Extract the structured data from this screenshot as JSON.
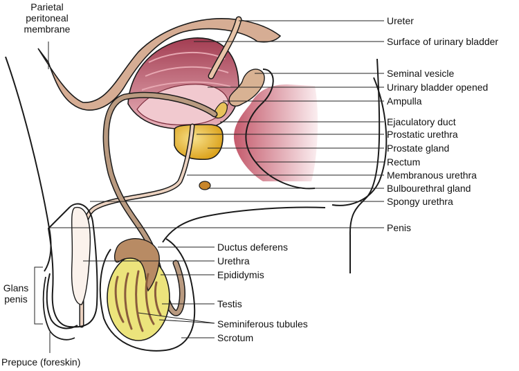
{
  "labels": {
    "parietal": [
      "Parietal",
      "peritoneal",
      "membrane"
    ],
    "ureter": "Ureter",
    "surface_bladder": "Surface of urinary bladder",
    "seminal_vesicle": "Seminal vesicle",
    "bladder_opened": "Urinary bladder opened",
    "ampulla": "Ampulla",
    "ejaculatory_duct": "Ejaculatory duct",
    "prostatic_urethra": "Prostatic urethra",
    "prostate_gland": "Prostate gland",
    "rectum": "Rectum",
    "membranous_urethra": "Membranous urethra",
    "bulbourethral_gland": "Bulbourethral gland",
    "spongy_urethra": "Spongy urethra",
    "penis": "Penis",
    "ductus_deferens": "Ductus deferens",
    "urethra": "Urethra",
    "epididymis": "Epididymis",
    "testis": "Testis",
    "seminiferous_tubules": "Seminiferous tubules",
    "scrotum": "Scrotum",
    "glans": [
      "Glans",
      "penis"
    ],
    "prepuce": "Prepuce (foreskin)"
  },
  "colors": {
    "outline": "#1a1a1a",
    "peritoneum": "#c9a088",
    "bladder_wall": "#a84e5d",
    "bladder_inner": "#e7b6be",
    "duct": "#b89a82",
    "prostate": "#e2b21a",
    "rectum": "#c9707e",
    "testis": "#ece47c",
    "leader": "#222222"
  }
}
